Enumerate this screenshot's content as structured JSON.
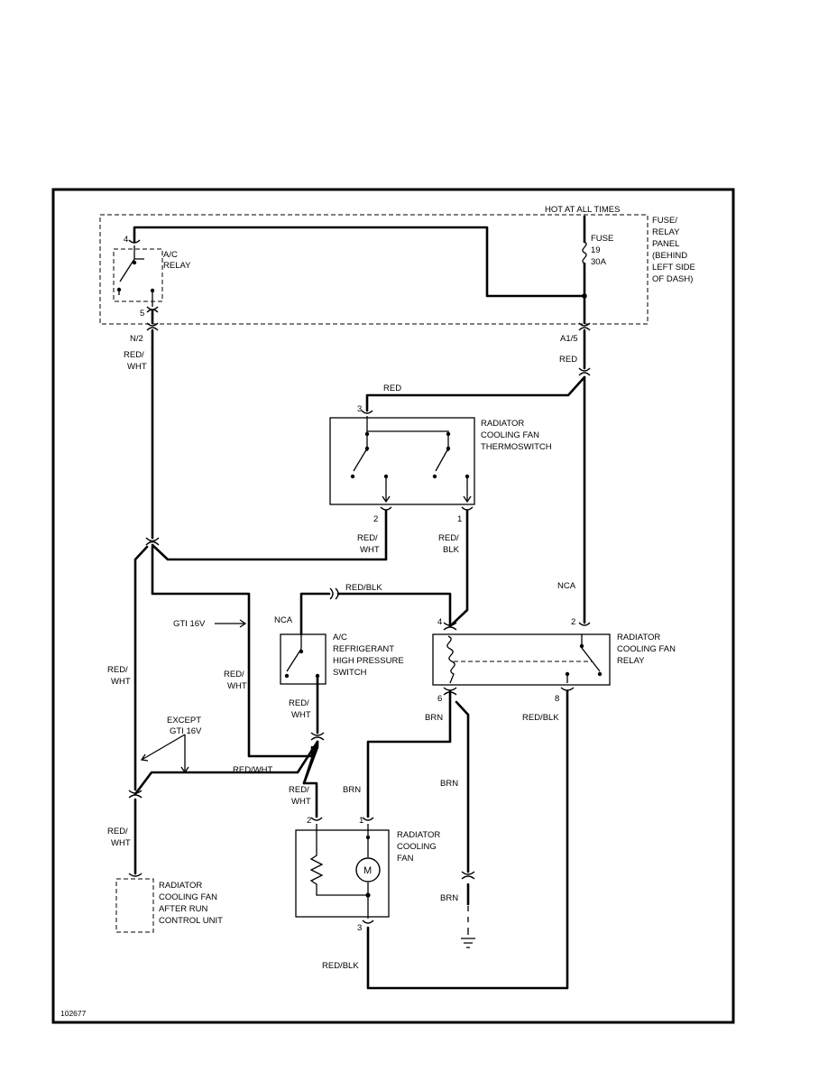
{
  "frame_code": "102677",
  "power": {
    "hot_label": "HOT AT ALL TIMES",
    "panel_label": [
      "FUSE/",
      "RELAY",
      "PANEL",
      "(BEHIND",
      "LEFT SIDE",
      "OF DASH)"
    ],
    "fuse_label": [
      "FUSE",
      "19",
      "30A"
    ]
  },
  "ac_relay": {
    "label": [
      "A/C",
      "RELAY"
    ],
    "pin_top": "4",
    "pin_bottom": "5",
    "connector": "N/2"
  },
  "thermoswitch": {
    "label": [
      "RADIATOR",
      "COOLING FAN",
      "THERMOSWITCH"
    ],
    "pin_top": "3",
    "pin_left": "2",
    "pin_right": "1"
  },
  "ac_pressure_switch": {
    "label": [
      "A/C",
      "REFRIGERANT",
      "HIGH PRESSURE",
      "SWITCH"
    ],
    "nca": "NCA"
  },
  "fan_relay": {
    "label": [
      "RADIATOR",
      "COOLING FAN",
      "RELAY"
    ],
    "pins": [
      "4",
      "2",
      "6",
      "8"
    ],
    "connector": "A1/5",
    "nca": "NCA"
  },
  "fan": {
    "label": [
      "RADIATOR",
      "COOLING",
      "FAN"
    ],
    "motor": "M",
    "pins": [
      "2",
      "1",
      "3"
    ]
  },
  "afterrun_unit": {
    "label": [
      "RADIATOR",
      "COOLING FAN",
      "AFTER RUN",
      "CONTROL UNIT"
    ]
  },
  "notes": {
    "gti": "GTI 16V",
    "except": [
      "EXCEPT",
      "GTI 16V"
    ]
  },
  "wires": {
    "red": "RED",
    "red_wht": [
      "RED/",
      "WHT"
    ],
    "red_blk": [
      "RED/",
      "BLK"
    ],
    "red_blk_inline": "RED/BLK",
    "red_wht_inline": "RED/WHT",
    "brn": "BRN"
  }
}
